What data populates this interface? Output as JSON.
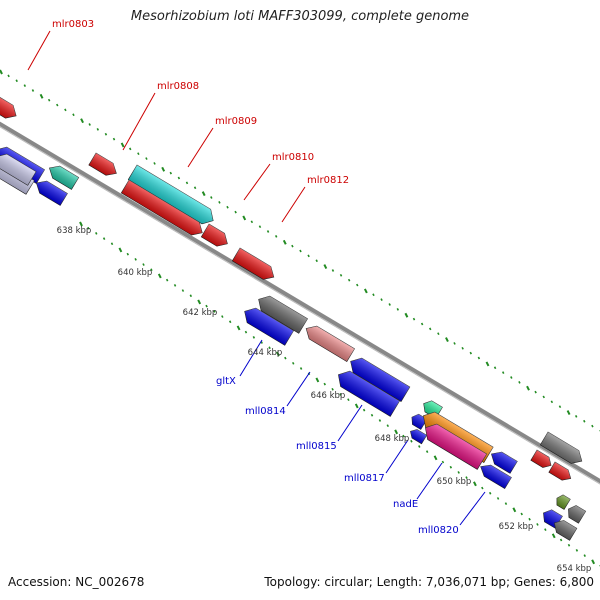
{
  "title": "Mesorhizobium loti MAFF303099, complete genome",
  "footer": {
    "accession": "Accession: NC_002678",
    "summary": "Topology: circular; Length: 7,036,071 bp; Genes: 6,800"
  },
  "colors": {
    "backbone": "#888888",
    "tick": "#228b22",
    "upper_label": "#cc0000",
    "lower_label": "#0000cc",
    "ruler_label": "#333333"
  },
  "ruler": {
    "unit": "kbp",
    "labels": [
      "638 kbp",
      "640 kbp",
      "642 kbp",
      "644 kbp",
      "646 kbp",
      "648 kbp",
      "650 kbp",
      "652 kbp",
      "654 kbp"
    ]
  },
  "upper_gene_labels": [
    "mlr0803",
    "mlr0808",
    "mlr0809",
    "mlr0810",
    "mlr0812"
  ],
  "lower_gene_labels": [
    "gltX",
    "mll0814",
    "mll0815",
    "mll0817",
    "nadE",
    "mll0820"
  ],
  "features": [
    {
      "strand": "forward",
      "color": "#ee1111"
    },
    {
      "strand": "forward",
      "color": "#ee1111"
    },
    {
      "strand": "forward",
      "color": "#22dddd"
    },
    {
      "strand": "forward",
      "color": "#ee1111"
    },
    {
      "strand": "forward",
      "color": "#ee1111"
    },
    {
      "strand": "forward",
      "color": "#ee1111"
    },
    {
      "strand": "forward",
      "color": "#777777"
    },
    {
      "strand": "forward",
      "color": "#ee1111"
    },
    {
      "strand": "forward",
      "color": "#ee1111"
    },
    {
      "strand": "reverse",
      "color": "#0000ee"
    },
    {
      "strand": "reverse",
      "color": "#ccccee"
    },
    {
      "strand": "reverse",
      "color": "#22ccaa"
    },
    {
      "strand": "reverse",
      "color": "#0000ee"
    },
    {
      "strand": "reverse",
      "color": "#666666"
    },
    {
      "strand": "reverse",
      "color": "#0000ee"
    },
    {
      "strand": "reverse",
      "color": "#ee8888"
    },
    {
      "strand": "reverse",
      "color": "#0000ee"
    },
    {
      "strand": "reverse",
      "color": "#0000ee"
    },
    {
      "strand": "reverse",
      "color": "#22ee99"
    },
    {
      "strand": "reverse",
      "color": "#0000ee"
    },
    {
      "strand": "reverse",
      "color": "#ff8800"
    },
    {
      "strand": "reverse",
      "color": "#0000ee"
    },
    {
      "strand": "reverse",
      "color": "#ee1188"
    },
    {
      "strand": "reverse",
      "color": "#0000ee"
    },
    {
      "strand": "reverse",
      "color": "#0000ee"
    },
    {
      "strand": "reverse",
      "color": "#669922"
    },
    {
      "strand": "reverse",
      "color": "#0000ee"
    },
    {
      "strand": "reverse",
      "color": "#666666"
    }
  ]
}
